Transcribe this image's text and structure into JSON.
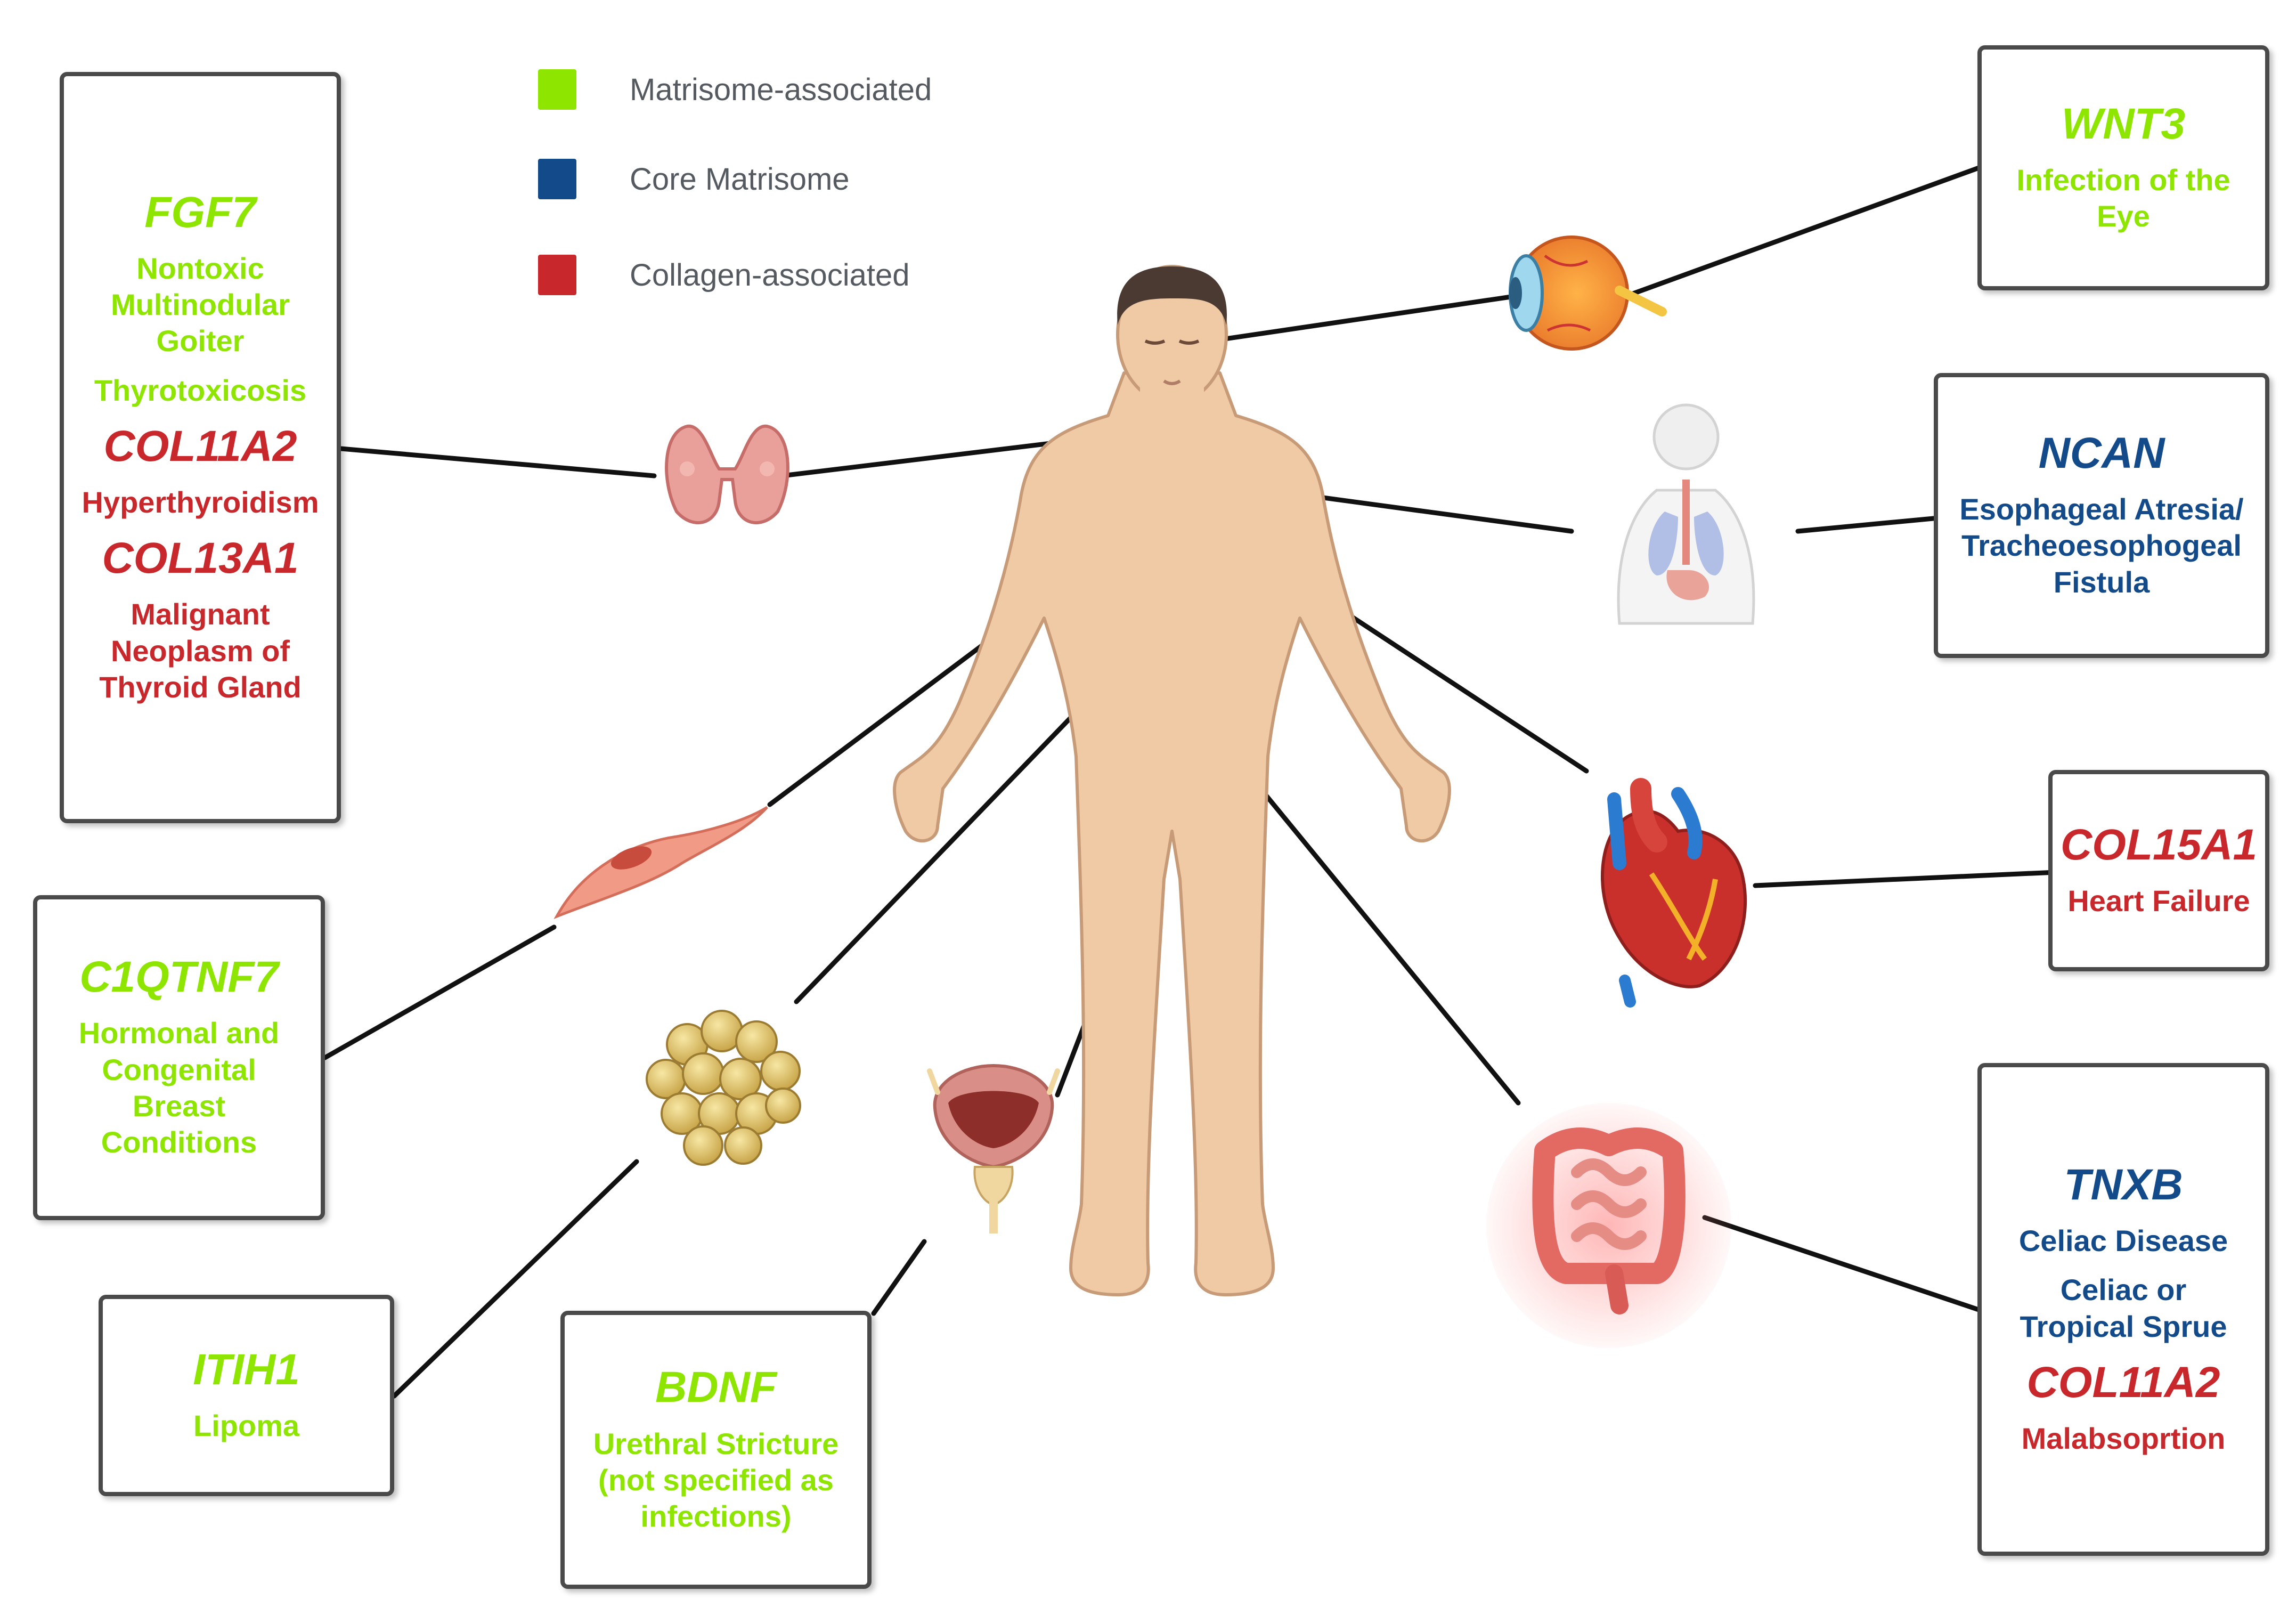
{
  "legend": {
    "items": [
      {
        "label": "Matrisome-associated",
        "color": "#8ee600"
      },
      {
        "label": "Core Matrisome",
        "color": "#124a8a"
      },
      {
        "label": "Collagen-associated",
        "color": "#c8272b"
      }
    ]
  },
  "boxes": {
    "thyroid": {
      "entries": [
        {
          "gene": "FGF7",
          "conditions": [
            "Nontoxic\nMultinodular\nGoiter",
            "Thyrotoxicosis"
          ]
        },
        {
          "gene": "COL11A2",
          "conditions": [
            "Hyperthyroidism"
          ]
        },
        {
          "gene": "COL13A1",
          "conditions": [
            "Malignant\nNeoplasm of\nThyroid Gland"
          ]
        }
      ]
    },
    "breast": {
      "gene": "C1QTNF7",
      "condition": "Hormonal and\nCongenital\nBreast\nConditions"
    },
    "fat": {
      "gene": "ITIH1",
      "condition": "Lipoma"
    },
    "urethra": {
      "gene": "BDNF",
      "condition": "Urethral Stricture\n(not specified as\ninfections)"
    },
    "eye": {
      "gene": "WNT3",
      "condition": "Infection of the\nEye"
    },
    "esophagus": {
      "gene": "NCAN",
      "condition": "Esophageal Atresia/\nTracheoesophogeal\nFistula"
    },
    "heart": {
      "gene": "COL15A1",
      "condition": "Heart Failure"
    },
    "intestine": {
      "entries": [
        {
          "gene": "TNXB",
          "conditions": [
            "Celiac Disease",
            "Celiac or\nTropical Sprue"
          ]
        },
        {
          "gene": "COL11A2",
          "conditions": [
            "Malabsoprtion"
          ]
        }
      ]
    }
  },
  "colors": {
    "matrisome_associated": "#8ee600",
    "core_matrisome": "#124a8a",
    "collagen_associated": "#c8272b",
    "skin": "#f0c9a5",
    "line": "#111111"
  },
  "icons": [
    "human-body",
    "thyroid-icon",
    "eye-icon",
    "respiratory-system-icon",
    "heart-icon",
    "fibroblast-cell-icon",
    "adipose-tissue-icon",
    "bladder-prostate-icon",
    "intestine-icon"
  ]
}
